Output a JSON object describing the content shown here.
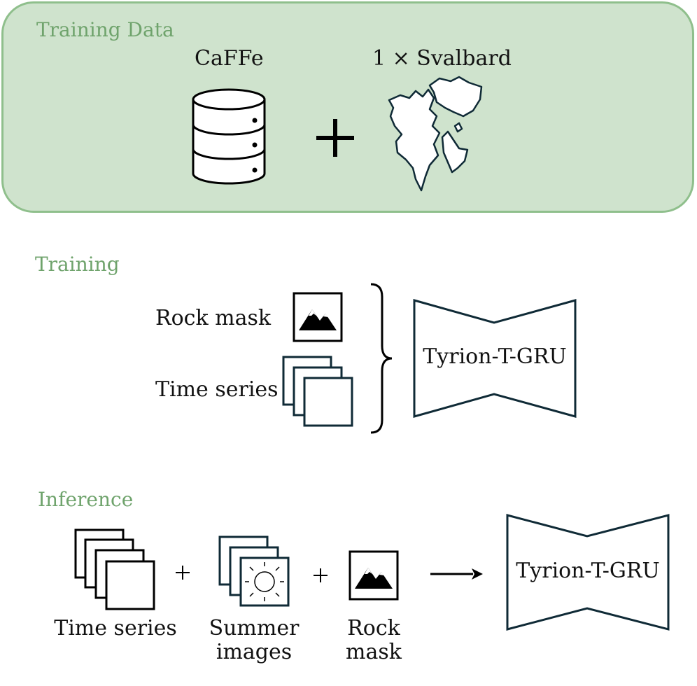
{
  "panels": {
    "training_data": {
      "title": "Training Data",
      "dataset_label": "CaFFe",
      "plus": "+",
      "svalbard_label": "1 × Svalbard"
    },
    "training": {
      "title": "Training",
      "rock_mask_label": "Rock mask",
      "time_series_label": "Time series",
      "model_label": "Tyrion-T-GRU"
    },
    "inference": {
      "title": "Inference",
      "time_series_label": "Time series",
      "summer_line1": "Summer",
      "summer_line2": "images",
      "rock_line1": "Rock",
      "rock_line2": "mask",
      "plus1": "+",
      "plus2": "+",
      "model_label": "Tyrion-T-GRU"
    }
  },
  "colors": {
    "panel_fill": "#cfe3cd",
    "panel_border": "#8fbf8c",
    "title_text": "#6fa36c",
    "frame_stroke": "#0f2a36"
  },
  "icons": [
    "database-icon",
    "plus-icon",
    "svalbard-map-icon",
    "mountain-image-icon",
    "image-stack-icon",
    "sun-icon",
    "arrow-right-icon",
    "hourglass-network-icon",
    "curly-brace-icon"
  ]
}
